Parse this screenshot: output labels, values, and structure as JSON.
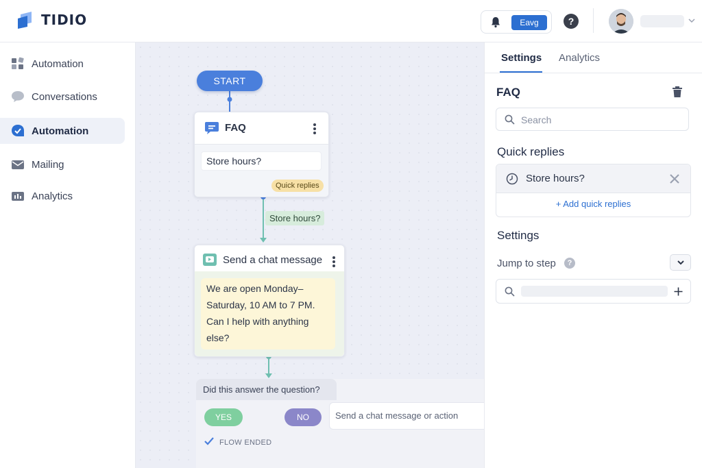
{
  "app": {
    "logo_text": "TIDIO"
  },
  "header": {
    "save_label": "Eavg",
    "help_glyph": "?"
  },
  "sidebar": {
    "items": [
      {
        "label": "Automation",
        "icon": "widgets-icon"
      },
      {
        "label": "Conversations",
        "icon": "chat-bubble-icon"
      },
      {
        "label": "Automation",
        "icon": "bot-icon",
        "active": true
      },
      {
        "label": "Mailing",
        "icon": "envelope-icon"
      },
      {
        "label": "Analytics",
        "icon": "analytics-icon"
      }
    ]
  },
  "flow": {
    "start_label": "START",
    "faq_node": {
      "title": "FAQ",
      "question": "Store hours?",
      "badge": "Quick replies"
    },
    "edge_label": "Store hours?",
    "message_node": {
      "title": "Send a chat message",
      "lines": [
        "We are open Monday–",
        "Saturday, 10 AM to 7 PM.",
        "Can I help with anything",
        "else?"
      ]
    },
    "question_node": {
      "title": "Did this answer the question?",
      "yes_label": "YES",
      "no_label": "NO",
      "action_placeholder": "Send a chat message or action",
      "flow_ended": "FLOW ENDED"
    }
  },
  "panel": {
    "tabs": [
      {
        "label": "Settings",
        "active": true
      },
      {
        "label": "Analytics"
      }
    ],
    "faq_heading": "FAQ",
    "search_placeholder": "Search",
    "quick_replies_heading": "Quick replies",
    "quick_reply_item": "Store hours?",
    "add_quick_replies": "+ Add quick replies",
    "settings_heading": "Settings",
    "jump_to_step_label": "Jump to step",
    "help_glyph": "?"
  },
  "colors": {
    "brand_blue": "#2c6fd1",
    "start_blue": "#4a7fdc",
    "connector_teal": "#6fbfb0",
    "yes_green": "#7fcf9f",
    "no_purple": "#8b87c9",
    "badge_yellow": "#f7e0a6"
  }
}
